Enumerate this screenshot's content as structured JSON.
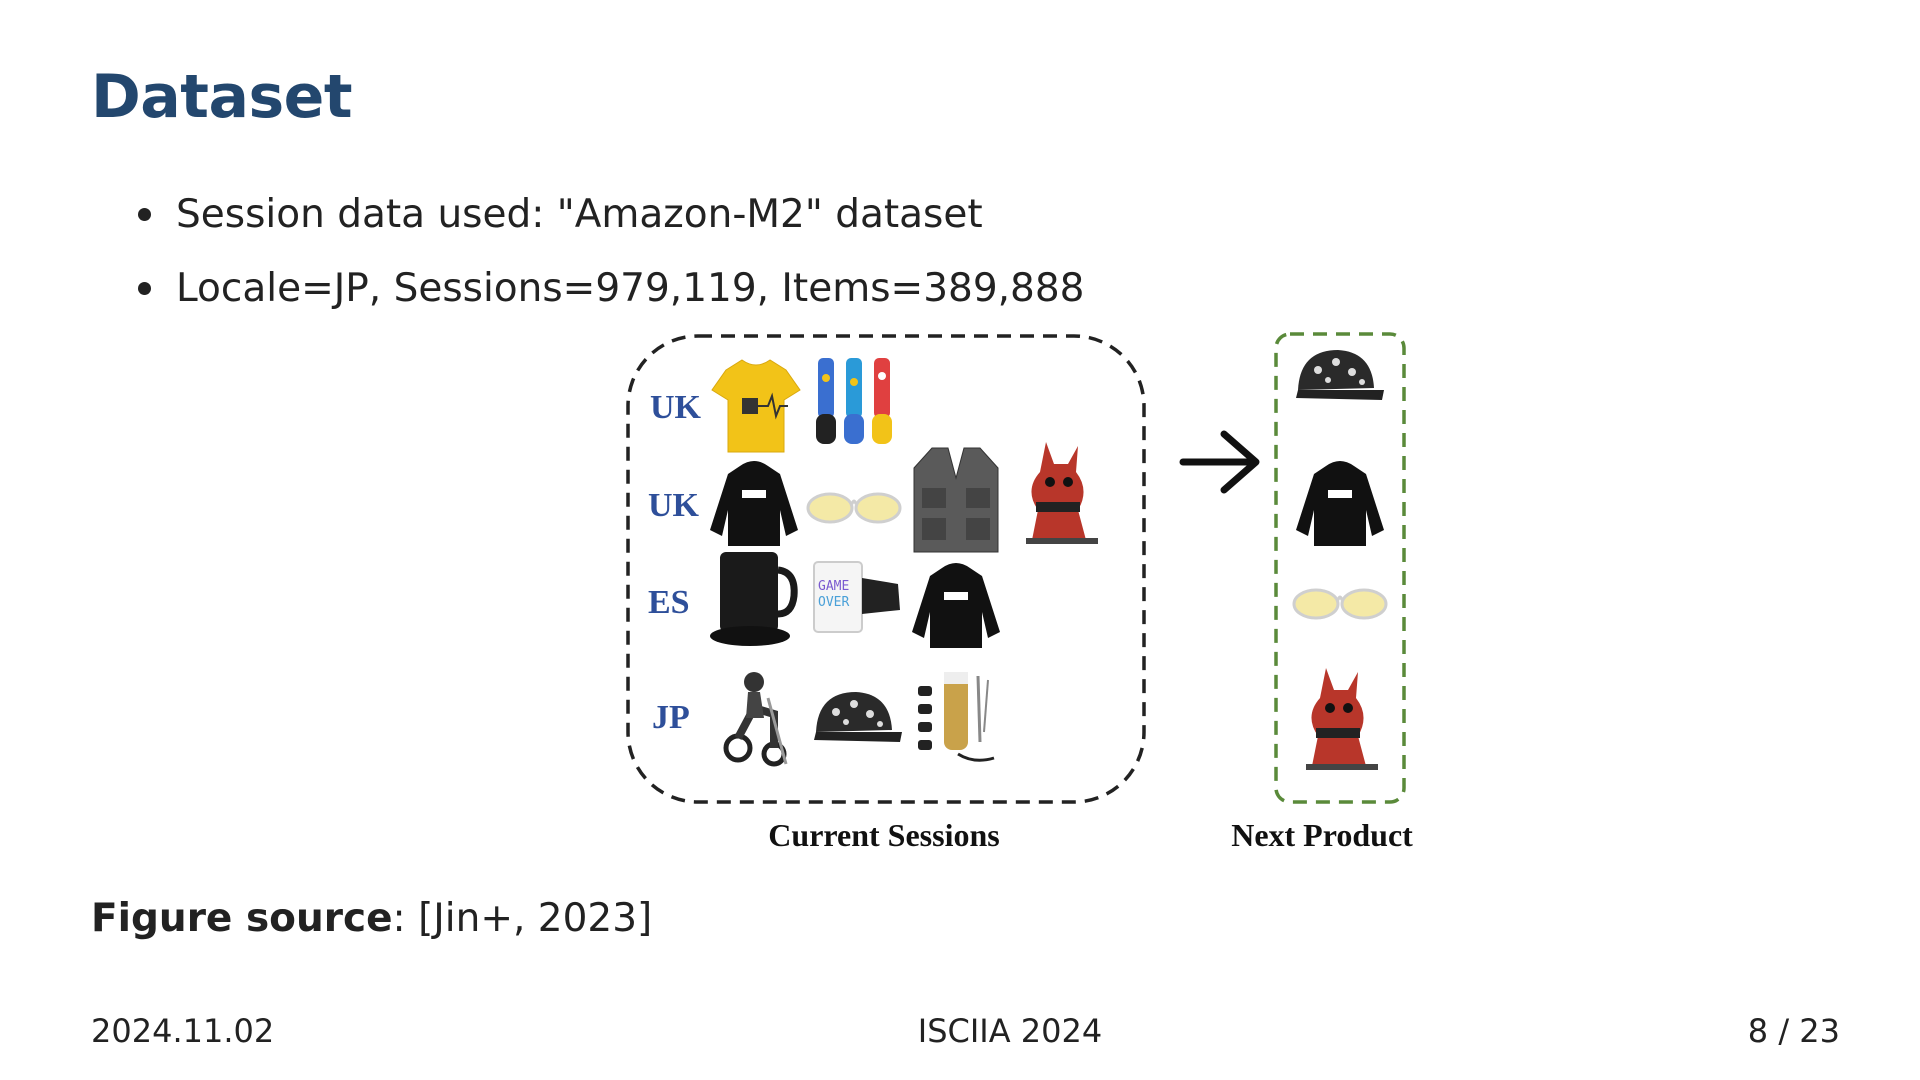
{
  "title": "Dataset",
  "bullets": [
    "Session data used: \"Amazon-M2\" dataset",
    "Locale=JP, Sessions=979,119, Items=389,888"
  ],
  "figure": {
    "locales": [
      "UK",
      "UK",
      "ES",
      "JP"
    ],
    "current_sessions_label": "Current Sessions",
    "next_product_label": "Next Product",
    "session_items": [
      [
        "yellow-tshirt",
        "colorful-socks"
      ],
      [
        "black-hoodie",
        "yellow-glasses",
        "gray-vest",
        "figure-toy"
      ],
      [
        "black-mug",
        "game-over-mug",
        "black-hoodie"
      ],
      [
        "motorbike-figure",
        "patterned-cap",
        "hair-clipper"
      ]
    ],
    "next_items": [
      "patterned-cap",
      "black-hoodie",
      "yellow-glasses",
      "figure-toy"
    ],
    "colors": {
      "locale_blue": "#2e4f9a",
      "sessions_border": "#222222",
      "next_border": "#5a8a3a"
    }
  },
  "source": {
    "label": "Figure source",
    "text": ": [Jin+, 2023]"
  },
  "footer": {
    "date": "2024.11.02",
    "venue": "ISCIIA 2024",
    "page": "8 / 23"
  },
  "colors": {
    "title": "#23476e",
    "text": "#222222"
  }
}
